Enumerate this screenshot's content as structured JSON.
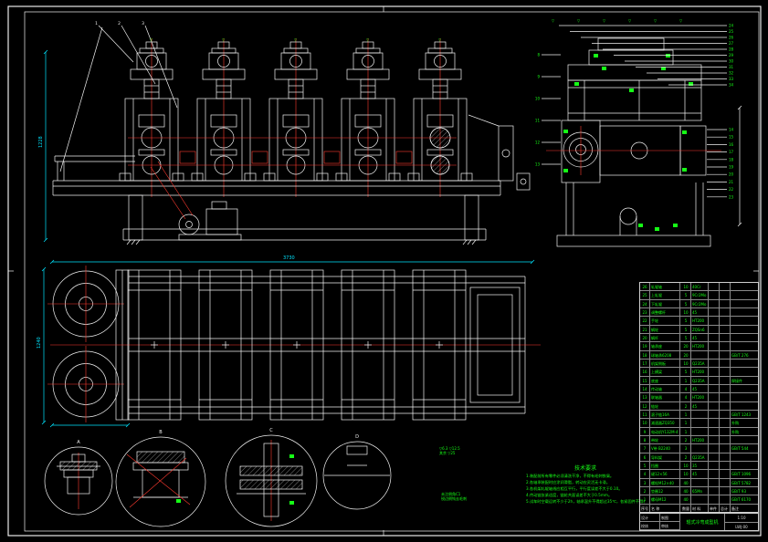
{
  "colors": {
    "background": "#000000",
    "line": "#f2f2f2",
    "dimension": "#00e5ff",
    "centerline": "#ff3b30",
    "annotation": "#16ff16"
  },
  "surface_symbol": "▽",
  "dimensions": {
    "plan_length": "3730",
    "plan_width": "1240",
    "elevation_height": "1228"
  },
  "detail_labels": [
    "A",
    "B",
    "C",
    "D"
  ],
  "ann1": {
    "line1": "▽6.3  ▽12.5",
    "line2": "其余 ▽25"
  },
  "ann2": {
    "line1": "未注倒角C1",
    "line2": "锐边倒钝去毛刺"
  },
  "notes": {
    "title": "技术要求",
    "lines": [
      "1.装配前所有零件必须清洗干净，不得有毛刺铁屑。",
      "2.各轴承装配时应涂润滑脂，转动应灵活无卡滞。",
      "3.各机架轧辊轴线应相互平行，平行度误差不大于0.10。",
      "4.传动链张紧适度，链轮共面误差不大于0.5mm。",
      "5.试车时空载运转不少于2h，轴承温升不得超过35℃，各紧固件不得松动。"
    ]
  },
  "balloons": {
    "right_top": [
      "24",
      "25",
      "26",
      "27",
      "28",
      "29",
      "30",
      "31",
      "32",
      "33",
      "34"
    ],
    "right_side": [
      "14",
      "15",
      "16",
      "17",
      "18",
      "19",
      "20",
      "21",
      "22",
      "23"
    ],
    "right_left": [
      "8",
      "9",
      "10",
      "11",
      "12",
      "13"
    ],
    "elevation_top": [
      "1",
      "2",
      "3"
    ]
  },
  "bom": {
    "headers": [
      "序号",
      "名  称",
      "数量",
      "材 料",
      "单件",
      "总计",
      "备注"
    ],
    "rows": [
      [
        "26",
        "轧辊轴",
        "10",
        "40Cr",
        "",
        "",
        ""
      ],
      [
        "25",
        "上轧辊",
        "5",
        "9Cr2Mo",
        "",
        "",
        ""
      ],
      [
        "24",
        "下轧辊",
        "5",
        "9Cr2Mo",
        "",
        "",
        ""
      ],
      [
        "23",
        "调整螺杆",
        "10",
        "45",
        "",
        "",
        ""
      ],
      [
        "22",
        "手轮",
        "5",
        "HT200",
        "",
        "",
        ""
      ],
      [
        "21",
        "蜗轮",
        "5",
        "ZQSn6",
        "",
        "",
        ""
      ],
      [
        "20",
        "蜗杆",
        "5",
        "45",
        "",
        "",
        ""
      ],
      [
        "19",
        "轴承座",
        "20",
        "HT200",
        "",
        "",
        ""
      ],
      [
        "18",
        "球轴承6208",
        "20",
        "",
        "",
        "",
        "GB/T 276"
      ],
      [
        "17",
        "机架侧板",
        "10",
        "Q235A",
        "",
        "",
        ""
      ],
      [
        "16",
        "上横梁",
        "5",
        "HT200",
        "",
        "",
        ""
      ],
      [
        "15",
        "底座",
        "1",
        "Q235A",
        "",
        "",
        "焊接件"
      ],
      [
        "14",
        "传动轴",
        "4",
        "45",
        "",
        "",
        ""
      ],
      [
        "13",
        "联轴器",
        "4",
        "HT200",
        "",
        "",
        ""
      ],
      [
        "12",
        "链轮",
        "2",
        "45",
        "",
        "",
        ""
      ],
      [
        "11",
        "滚子链16A",
        "1",
        "",
        "",
        "",
        "GB/T 1243"
      ],
      [
        "10",
        "减速器ZQ350",
        "1",
        "",
        "",
        "",
        "外购"
      ],
      [
        "9",
        "电动机Y132M-4",
        "1",
        "",
        "",
        "",
        "外购"
      ],
      [
        "8",
        "带轮",
        "2",
        "HT200",
        "",
        "",
        ""
      ],
      [
        "7",
        "V带 B2240",
        "3",
        "",
        "",
        "",
        "GB/T 544"
      ],
      [
        "6",
        "导料架",
        "2",
        "Q235A",
        "",
        "",
        ""
      ],
      [
        "5",
        "挡圈",
        "10",
        "35",
        "",
        "",
        ""
      ],
      [
        "4",
        "键12×56",
        "10",
        "45",
        "",
        "",
        "GB/T 1096"
      ],
      [
        "3",
        "螺栓M12×40",
        "40",
        "",
        "",
        "",
        "GB/T 5782"
      ],
      [
        "2",
        "垫圈12",
        "40",
        "65Mn",
        "",
        "",
        "GB/T 93"
      ],
      [
        "1",
        "螺母M12",
        "40",
        "",
        "",
        "",
        "GB/T 6170"
      ]
    ]
  },
  "title_block": {
    "roles": [
      "设计",
      "制图",
      "校核",
      "审核"
    ],
    "title": "辊式冷弯成型机",
    "scale": "1:10",
    "drawing_no": "LWJ-00"
  }
}
